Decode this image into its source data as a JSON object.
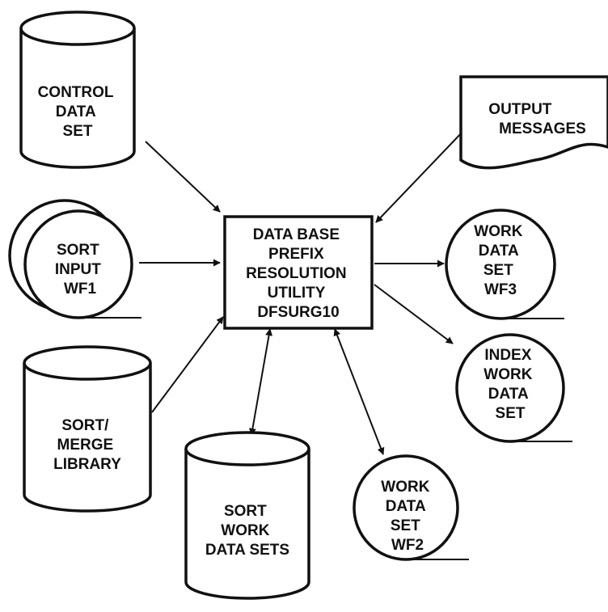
{
  "nodes": {
    "control_data_set": [
      "CONTROL",
      "DATA",
      "SET"
    ],
    "output_messages": [
      "OUTPUT",
      "MESSAGES"
    ],
    "sort_input": [
      "SORT",
      "INPUT",
      "WF1"
    ],
    "utility": [
      "DATA BASE",
      "PREFIX",
      "RESOLUTION",
      "UTILITY",
      "DFSURG10"
    ],
    "work_wf3": [
      "WORK",
      "DATA",
      "SET",
      "WF3"
    ],
    "sort_merge_library": [
      "SORT/",
      "MERGE",
      "LIBRARY"
    ],
    "index_work": [
      "INDEX",
      "WORK",
      "DATA",
      "SET"
    ],
    "sort_work": [
      "SORT",
      "WORK",
      "DATA SETS"
    ],
    "work_wf2": [
      "WORK",
      "DATA",
      "SET",
      "WF2"
    ]
  }
}
